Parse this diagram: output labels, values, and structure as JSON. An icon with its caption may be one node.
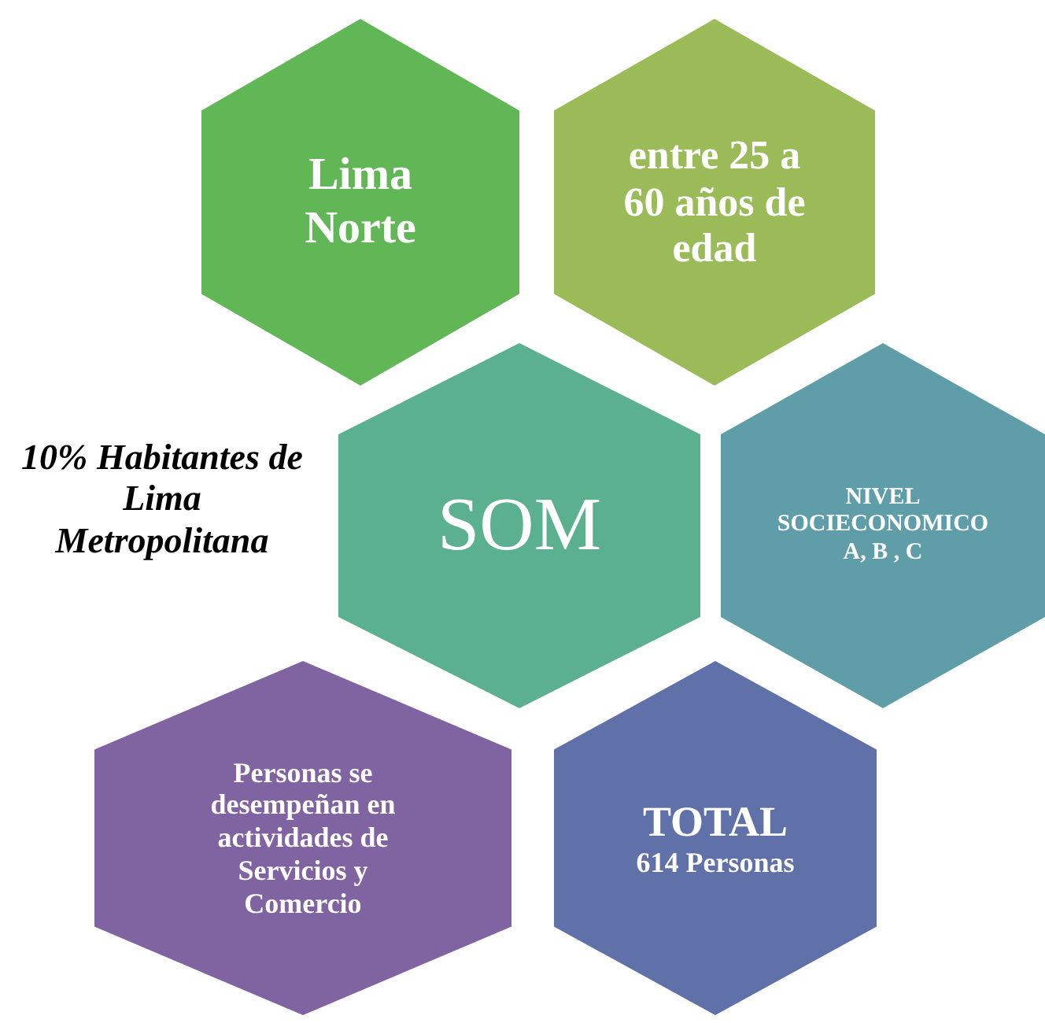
{
  "diagram": {
    "nodes": [
      {
        "text": [
          "Lima Norte"
        ]
      },
      {
        "text": [
          "entre 25 a 60 años de edad"
        ]
      },
      {
        "text": [
          "SOM"
        ]
      },
      {
        "text": [
          "NIVEL SOCIECONOMICO A, B , C"
        ]
      },
      {
        "text": [
          "Personas se desempeñan en actividades de Servicios y Comercio"
        ]
      },
      {
        "text": [
          "TOTAL",
          "614 Personas"
        ]
      }
    ],
    "labels": [
      "10% Habitantes de Lima Metropolitana"
    ]
  }
}
